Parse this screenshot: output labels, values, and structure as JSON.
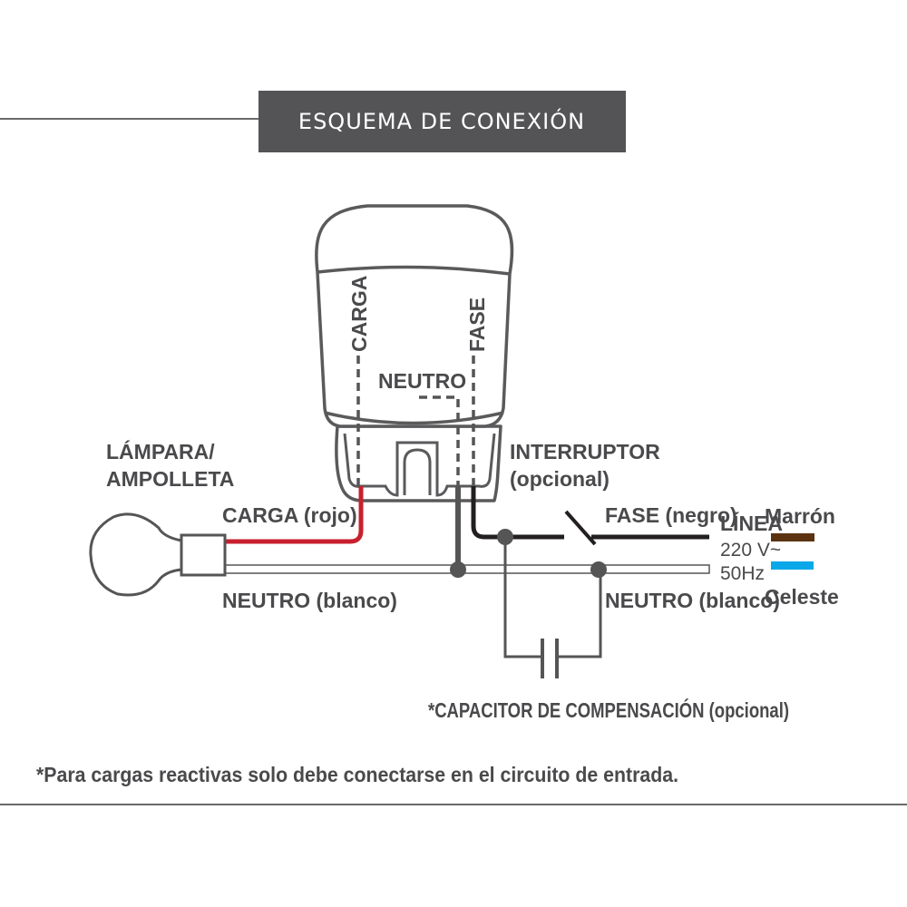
{
  "header": {
    "title": "ESQUEMA DE CONEXIÓN"
  },
  "device": {
    "carga": "CARGA",
    "fase": "FASE",
    "neutro": "NEUTRO"
  },
  "lamp": {
    "line1": "LÁMPARA/",
    "line2": "AMPOLLETA"
  },
  "wires": {
    "carga": "CARGA (rojo)",
    "neutro_left": "NEUTRO (blanco)",
    "neutro_right": "NEUTRO (blanco)",
    "fase": "FASE (negro)"
  },
  "switch": {
    "line1": "INTERRUPTOR",
    "line2": "(opcional)"
  },
  "line_supply": {
    "title": "LÍNEA",
    "voltage": "220 V~",
    "frequency": "50Hz"
  },
  "legend": {
    "brown": "Marrón",
    "blue": "Celeste"
  },
  "capacitor": {
    "label": "*CAPACITOR DE COMPENSACIÓN (opcional)"
  },
  "footnote": "*Para cargas reactivas solo debe conectarse en el circuito de entrada.",
  "colors": {
    "red_wire": "#c8202e",
    "black_wire": "#231f20",
    "gray_wire": "#555555",
    "brown": "#5c3310",
    "blue": "#0aa8e8",
    "title_bg": "#545456"
  }
}
